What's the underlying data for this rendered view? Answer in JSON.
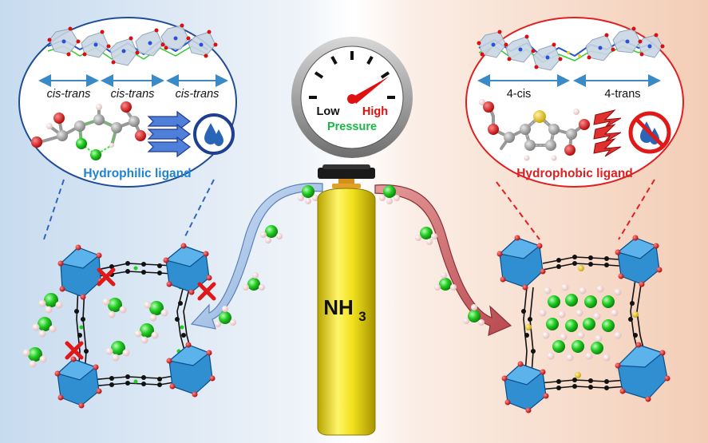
{
  "figure": {
    "left_panel": {
      "conformations": [
        "cis-trans",
        "cis-trans",
        "cis-trans"
      ],
      "ligand_label": "Hydrophilic ligand"
    },
    "right_panel": {
      "conformations": [
        "4-cis",
        "4-trans"
      ],
      "ligand_label": "Hydrophobic ligand"
    },
    "gauge": {
      "low_label": "Low",
      "high_label": "High",
      "title": "Pressure"
    },
    "cylinder": {
      "label_main": "NH",
      "label_subscript": "3"
    },
    "colors": {
      "left_accent": "#1f5fa8",
      "right_accent": "#e02020",
      "pressure_green": "#18b848",
      "cylinder_yellow": "#f0e020",
      "nitrogen_green": "#22cc22",
      "metal_blue": "#2f8fd0"
    }
  }
}
